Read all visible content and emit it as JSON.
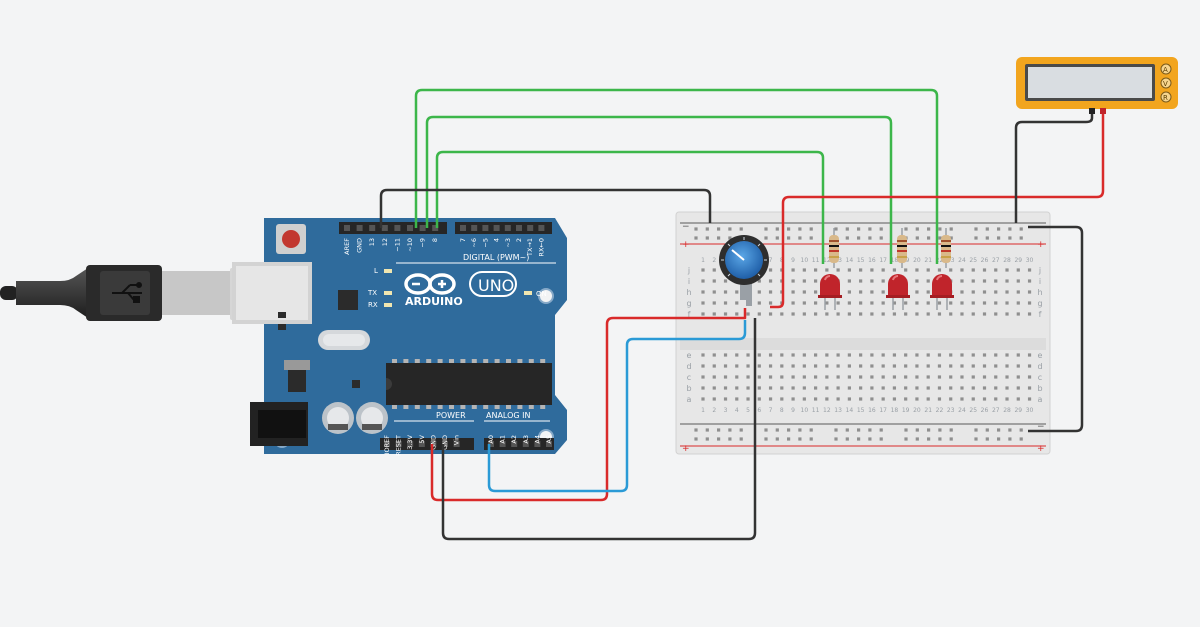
{
  "arduino": {
    "logo_text": "ARDUINO",
    "model": "UNO",
    "digital_header_label": "DIGITAL (PWM~)",
    "power_label": "POWER",
    "analog_label": "ANALOG IN",
    "led_l": "L",
    "led_tx": "TX",
    "led_rx": "RX",
    "led_on": "ON",
    "digital_pins": [
      "AREF",
      "GND",
      "13",
      "12",
      "~11",
      "~10",
      "~9",
      "8",
      "7",
      "~6",
      "~5",
      "4",
      "~3",
      "2",
      "TX→1",
      "RX←0"
    ],
    "power_pins": [
      "IOREF",
      "RESET",
      "3.3V",
      "5V",
      "GND",
      "GND",
      "Vin"
    ],
    "analog_pins": [
      "A0",
      "A1",
      "A2",
      "A3",
      "A4",
      "A5"
    ]
  },
  "breadboard": {
    "rail_plus": "+",
    "rail_minus": "−",
    "row_letters_top": [
      "j",
      "i",
      "h",
      "g",
      "f"
    ],
    "row_letters_bottom": [
      "e",
      "d",
      "c",
      "b",
      "a"
    ],
    "column_numbers": [
      "1",
      "2",
      "3",
      "4",
      "5",
      "6",
      "7",
      "8",
      "9",
      "10",
      "11",
      "12",
      "13",
      "14",
      "15",
      "16",
      "17",
      "18",
      "19",
      "20",
      "21",
      "22",
      "23",
      "24",
      "25",
      "26",
      "27",
      "28",
      "29",
      "30"
    ]
  },
  "multimeter": {
    "mode_a": "A",
    "mode_v": "V",
    "mode_r": "R"
  },
  "colors": {
    "board": "#2f6b9c",
    "wire_green": "#3cb64a",
    "wire_red": "#d92a2a",
    "wire_black": "#333333",
    "wire_blue": "#2a9ad6",
    "multimeter": "#f2a51e",
    "led_red": "#c0242b"
  }
}
